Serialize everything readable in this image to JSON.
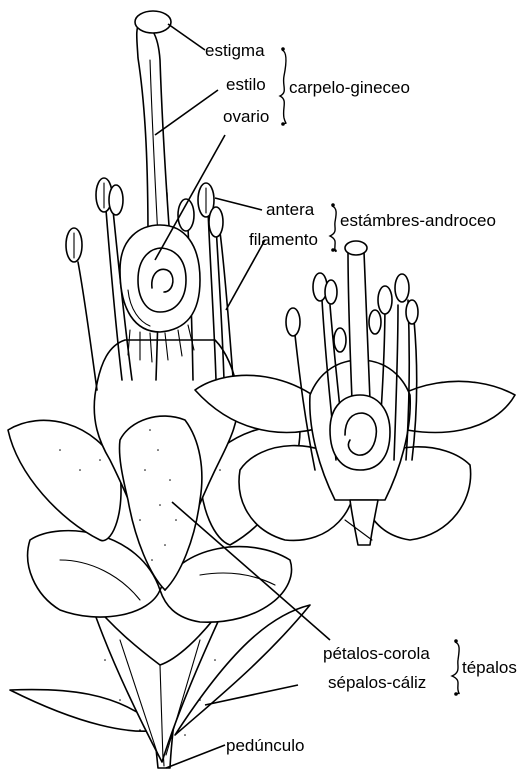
{
  "diagram": {
    "labels": {
      "estigma": "estigma",
      "estilo": "estilo",
      "ovario": "ovario",
      "carpelo_gineceo": "carpelo-gineceo",
      "antera": "antera",
      "filamento": "filamento",
      "estambres_androceo": "estámbres-androceo",
      "petalos_corola": "pétalos-corola",
      "sepalos_caliz": "sépalos-cáliz",
      "tepalos": "tépalos",
      "pedunculo": "pedúnculo"
    }
  }
}
